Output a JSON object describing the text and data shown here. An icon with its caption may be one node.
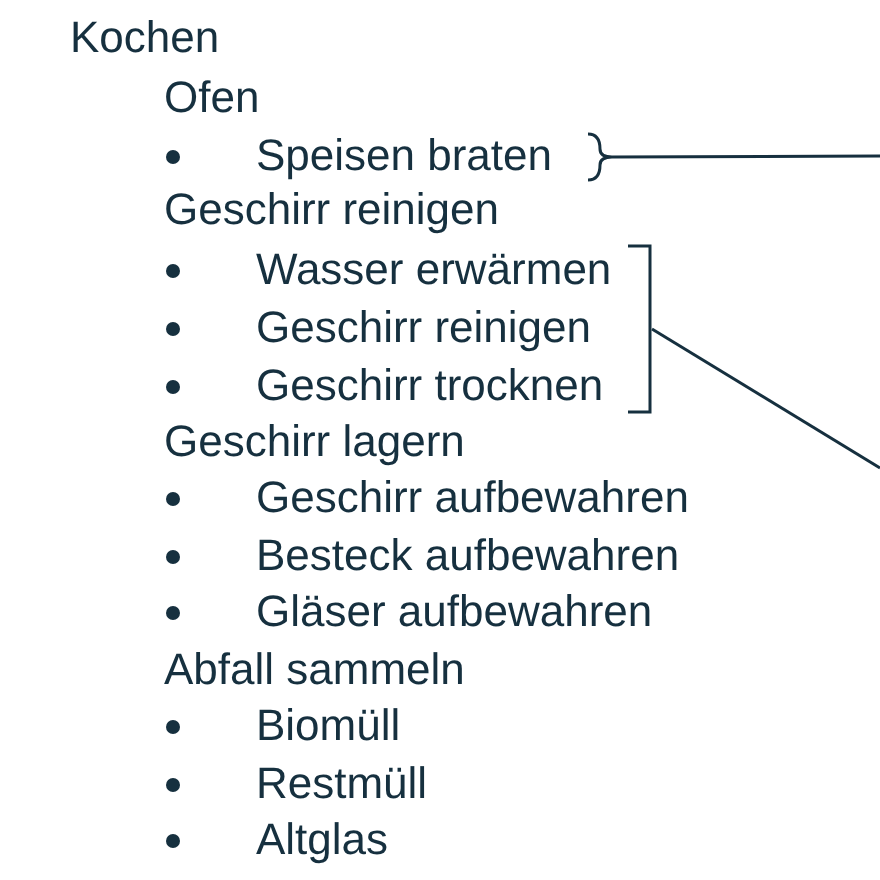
{
  "diagram": {
    "nodes": [
      {
        "text": [
          "Speisen braten"
        ]
      },
      {
        "text": [
          "Wasser erwärmen",
          "Geschirr reinigen",
          "Geschirr trocknen"
        ]
      }
    ],
    "edges": [
      {
        "from": 0,
        "to": null,
        "arrow": "none"
      },
      {
        "from": 1,
        "to": null,
        "arrow": "none"
      }
    ],
    "labels": [
      "Kochen",
      "Ofen",
      "Geschirr reinigen",
      "Geschirr lagern",
      "Geschirr aufbewahren",
      "Besteck aufbewahren",
      "Gläser aufbewahren",
      "Abfall sammeln",
      "Biomüll",
      "Restmüll",
      "Altglas"
    ]
  }
}
